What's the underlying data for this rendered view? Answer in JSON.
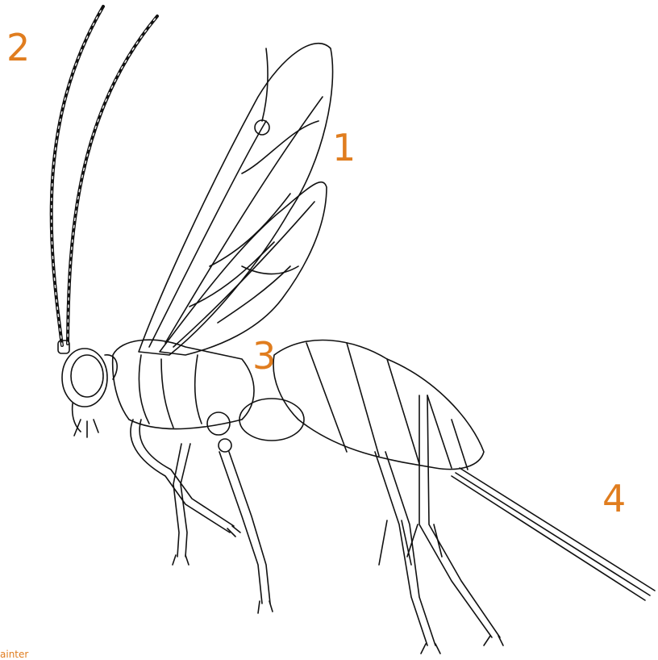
{
  "labels": {
    "one": "1",
    "two": "2",
    "three": "3",
    "four": "4"
  },
  "credit": "ainter",
  "colors": {
    "label": "#e07d1f",
    "line": "#111111",
    "background": "#ffffff"
  }
}
